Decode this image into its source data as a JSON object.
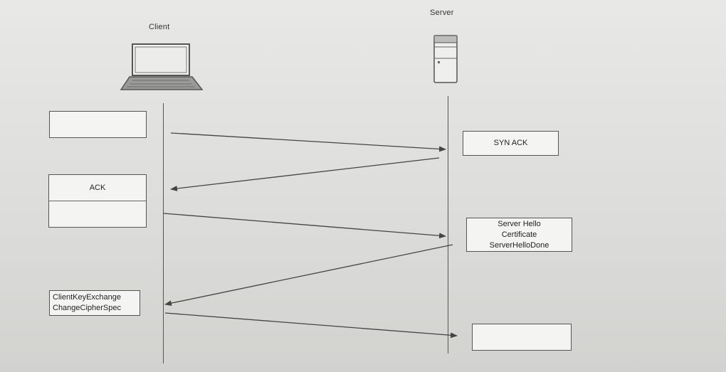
{
  "client": {
    "label": "Client",
    "icon": "laptop-icon"
  },
  "server": {
    "label": "Server",
    "icon": "server-icon"
  },
  "client_boxes": [
    {
      "name": "client-box-blank",
      "lines": []
    },
    {
      "name": "client-box-ack",
      "lines": [
        "ACK"
      ]
    },
    {
      "name": "client-box-key-exchange",
      "lines": [
        "ClientKeyExchange",
        "ChangeCipherSpec"
      ]
    }
  ],
  "server_boxes": [
    {
      "name": "server-box-syn-ack",
      "lines": [
        "SYN ACK"
      ]
    },
    {
      "name": "server-box-hello",
      "lines": [
        "Server Hello",
        "Certificate",
        "ServerHelloDone"
      ]
    },
    {
      "name": "server-box-blank",
      "lines": []
    }
  ],
  "messages": [
    {
      "from": "client",
      "to": "server"
    },
    {
      "from": "server",
      "to": "client"
    },
    {
      "from": "client",
      "to": "server"
    },
    {
      "from": "server",
      "to": "client"
    },
    {
      "from": "client",
      "to": "server"
    }
  ]
}
